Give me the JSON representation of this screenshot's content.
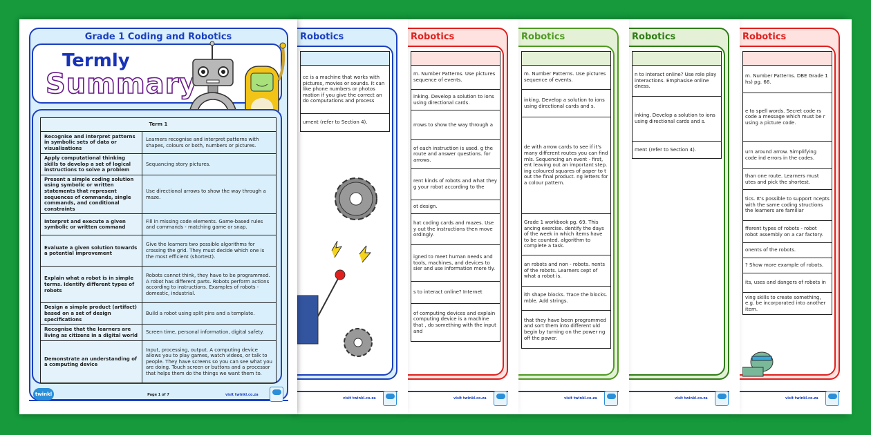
{
  "colors": {
    "background": "#169a3c",
    "blue": "#1b3fc0",
    "red": "#e0201e",
    "green": "#4f9a22",
    "darkgreen": "#2e7d14"
  },
  "main_page": {
    "subject": "Grade 1 Coding and Robotics",
    "title_line1": "Termly",
    "title_line2": "Summary",
    "table_header": "Term 1",
    "rows": [
      {
        "aim": "Recognise and interpret patterns in symbolic sets of data or visualisations",
        "activity": "Learners recognise and interpret patterns with shapes, colours or both, numbers or pictures."
      },
      {
        "aim": "Apply computational thinking skills to develop a set of logical instructions to solve a problem",
        "activity": "Sequancing story pictures."
      },
      {
        "aim": "Present a simple coding solution using symbolic or written statements that represent sequences of commands, single commands, and conditional constraints",
        "activity": "Use directional arrows to show the way through a maze."
      },
      {
        "aim": "Interpret and execute a given symbolic or written command",
        "activity": "Fill in missing code elements. Game-based rules and commands  - matching game or snap."
      },
      {
        "aim": "Evaluate a given solution towards a potential improvement",
        "activity": "Give the learners two possible algorithms for crossing the grid. They must decide which one is the most efficient (shortest)."
      },
      {
        "aim": "Explain what a robot is in simple terms. Identify different types of robots",
        "activity": "Robots cannot think, they have to be programmed. A robot has different parts. Robots perform actions according to instructions. Examples of robots - domestic, industrial."
      },
      {
        "aim": "Design a simple product (artifact) based on a set of design specifications",
        "activity": "Build a robot using split pins and a template."
      },
      {
        "aim": "Recognise that the learners are living as citizens in a digital world",
        "activity": "Screen time, personal information, digital safety."
      },
      {
        "aim": "Demonstrate an understanding of a computing device",
        "activity": "Input, processing, output. A computing device allows you to play games, watch videos, or talk to people. They have screens so you can see what you are doing. Touch screen or buttons and a processor that helps them do the things we want them to."
      }
    ],
    "footer": {
      "logo": "twinkl",
      "page": "Page 1 of 7",
      "url": "visit twinkl.co.za"
    }
  },
  "back_pages": [
    {
      "title": "Robotics",
      "theme": "blue",
      "rows": [
        "ce is a machine that works with pictures, movies or sounds. It can like phone numbers or photos mation if you give the correct an do computations and process",
        "ument (refer to Section 4)."
      ],
      "url": "visit twinkl.co.za"
    },
    {
      "title": "Robotics",
      "theme": "red",
      "rows": [
        "m. Number Patterns. Use pictures sequence of events.",
        "inking. Develop a solution to ions using directional cards.",
        "rrows to show the way through a",
        "of each instruction is used. g the route and answer questions. for arrows.",
        "rent kinds of robots and what they g your robot according to the",
        "ot design.",
        "hat coding cards and mazes. Use y out the instructions then move ordingly.",
        "igned to meet human needs and tools, machines, and devices to sier and use information more tly.",
        "s to interact online? Internet",
        "of computing devices and explain computing device is a machine that , do something with the input and"
      ],
      "url": "visit twinkl.co.za"
    },
    {
      "title": "Robotics",
      "theme": "green",
      "rows": [
        "m. Number Patterns. Use pictures sequence of events.",
        "inking. Develop a solution to ions using directional cards and s.",
        "de with arrow cards to see if it's many different routes you can find rnls. Sequencing an event - first, ent leaving out an important step. ing coloured squares of paper to t out the final product. ng letters for a colour pattern.",
        "Grade 1 workbook pg. 69. This ancing exercise. dentify the days of the week in which items have to be counted. algorithm to complete a task.",
        "an robots and non - robots. nents of the robots. Learners cept of what a robot is.",
        "ith shape blocks. Trace the blocks. mble. Add strings.",
        "that they have been programmed and sort them into different uld begin by turning on the power ng off the power."
      ],
      "url": "visit twinkl.co.za"
    },
    {
      "title": "Robotics",
      "theme": "darkgreen",
      "rows": [
        "n to interact online? Use role play interactions. Emphasise online dness.",
        "inking. Develop a solution to ions using directional cards and s.",
        "ment (refer to Section 4)."
      ],
      "url": "visit twinkl.co.za"
    },
    {
      "title": "Robotics",
      "theme": "red",
      "rows": [
        "m. Number Patterns. DBE Grade 1 hs) pg. 66.",
        "e to spell words. Secret code rs code a message which must be r using a picture code.",
        "urn around arrow. Simplifying code ind errors in the codes.",
        "than one route. Learners must utes and pick the shortest.",
        "tics. It's possible to support ncepts with the same coding structions the learners are familiar",
        "fferent types of robots - robot robot assembly on a car factory.",
        "onents of the robots.",
        "? Show more example of robots.",
        "its, uses and dangers of robots in",
        "ving skills to create something, e.g. be incorporated into another item."
      ],
      "url": "visit twinkl.co.za"
    }
  ]
}
